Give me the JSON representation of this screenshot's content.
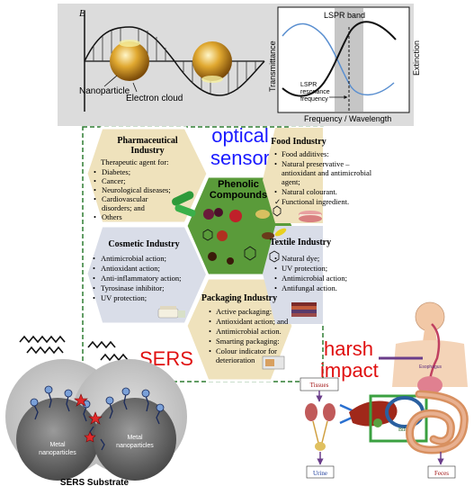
{
  "top_panel": {
    "field_symbol": "E",
    "nanoparticle_label": "Nanoparticle",
    "electron_cloud_label": "Electron cloud",
    "lspr_band_label": "LSPR band",
    "transmittance_label": "Transmittance",
    "extinction_label": "Extinction",
    "lspr_freq_line1": "LSPR",
    "lspr_freq_line2": "resonance",
    "lspr_freq_line3": "frequency",
    "x_axis_label": "Frequency / Wavelength"
  },
  "optical_sensor": {
    "line1": "optical",
    "line2": "sensor",
    "color": "#1a1aff"
  },
  "center": {
    "title_line1": "Phenolic",
    "title_line2": "Compounds"
  },
  "pharma": {
    "title_line1": "Pharmaceutical",
    "title_line2": "Industry",
    "intro": "Therapeutic agent for:",
    "items": [
      "Diabetes;",
      "Cancer;",
      "Neurological diseases;",
      "Cardiovascular",
      "disorders; and",
      "Others"
    ]
  },
  "food": {
    "title": "Food Industry",
    "items": [
      "Food additives:",
      "Natural preservative –",
      "antioxidant and antimicrobial",
      "agent;",
      "Natural colourant.",
      "Functional ingredient."
    ]
  },
  "cosmetic": {
    "title": "Cosmetic  Industry",
    "items": [
      "Antimicrobial action;",
      "Antioxidant action;",
      "Anti-inflammatory action;",
      "Tyrosinase inhibitor;",
      "UV protection;"
    ]
  },
  "textile": {
    "title": "Textile  Industry",
    "items": [
      "Natural dye;",
      "UV protection;",
      "Antimicrobial action;",
      "Antifungal action."
    ]
  },
  "packaging": {
    "title": "Packaging Industry",
    "items": [
      "Active packaging:",
      "Antioxidant action; and",
      "Antimicrobial action.",
      "Smarting packaging:",
      "Colour indicator for",
      "deterioration"
    ]
  },
  "sers": {
    "label": "SERS",
    "color": "#e01010",
    "metal_left": "Metal",
    "np_left": "nanoparticles",
    "metal_right": "Metal",
    "np_right": "nanoparticles",
    "substrate_label": "SERS Substrate"
  },
  "harsh": {
    "line1": "harsh",
    "line2": "impact",
    "color": "#e01010",
    "esophagus": "Esophagus",
    "tissues": "Tissues",
    "bile": "Bile",
    "urine": "Urine",
    "feces": "Feces"
  }
}
